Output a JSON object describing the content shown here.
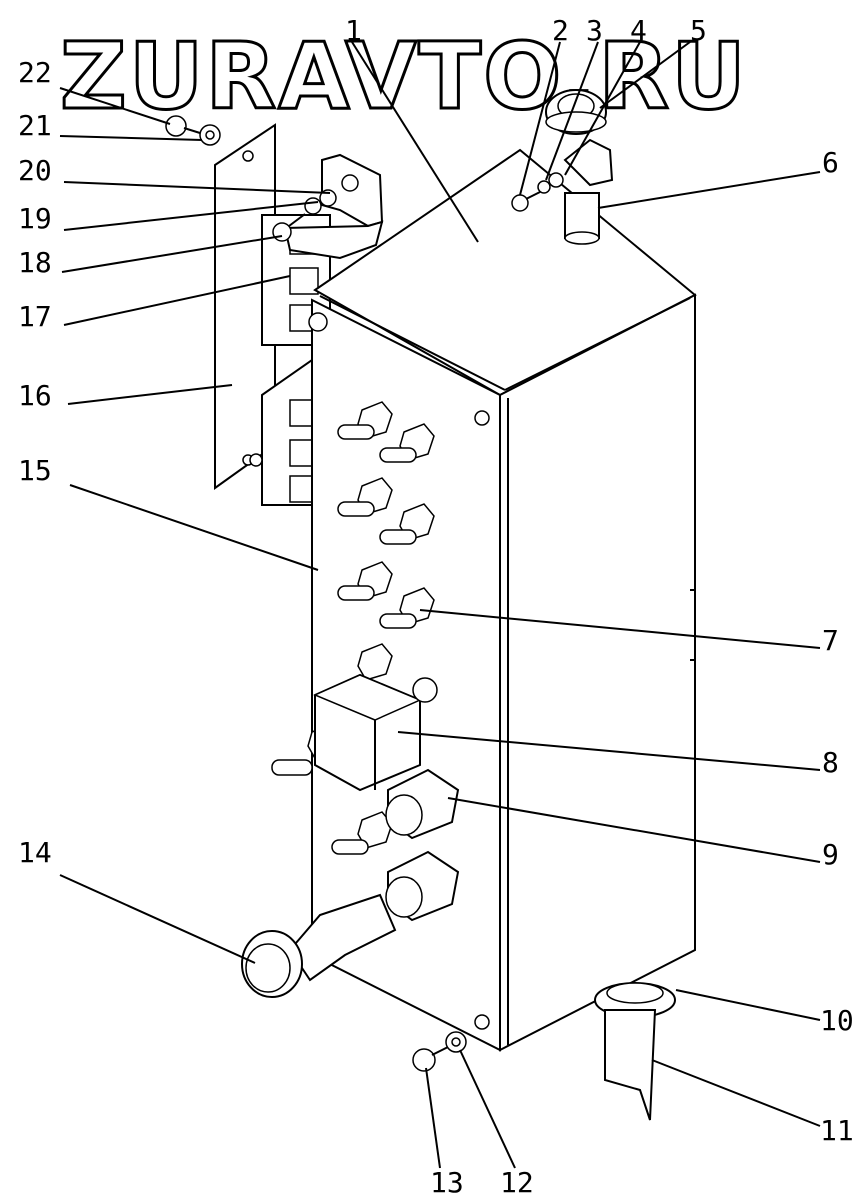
{
  "watermark": "ZURAVTO.RU",
  "callouts": [
    {
      "id": "1",
      "label": "1"
    },
    {
      "id": "2",
      "label": "2"
    },
    {
      "id": "3",
      "label": "3"
    },
    {
      "id": "4",
      "label": "4"
    },
    {
      "id": "5",
      "label": "5"
    },
    {
      "id": "6",
      "label": "6"
    },
    {
      "id": "7",
      "label": "7"
    },
    {
      "id": "8",
      "label": "8"
    },
    {
      "id": "9",
      "label": "9"
    },
    {
      "id": "10",
      "label": "10"
    },
    {
      "id": "11",
      "label": "11"
    },
    {
      "id": "12",
      "label": "12"
    },
    {
      "id": "13",
      "label": "13"
    },
    {
      "id": "14",
      "label": "14"
    },
    {
      "id": "15",
      "label": "15"
    },
    {
      "id": "16",
      "label": "16"
    },
    {
      "id": "17",
      "label": "17"
    },
    {
      "id": "18",
      "label": "18"
    },
    {
      "id": "19",
      "label": "19"
    },
    {
      "id": "20",
      "label": "20"
    },
    {
      "id": "21",
      "label": "21"
    },
    {
      "id": "22",
      "label": "22"
    }
  ]
}
